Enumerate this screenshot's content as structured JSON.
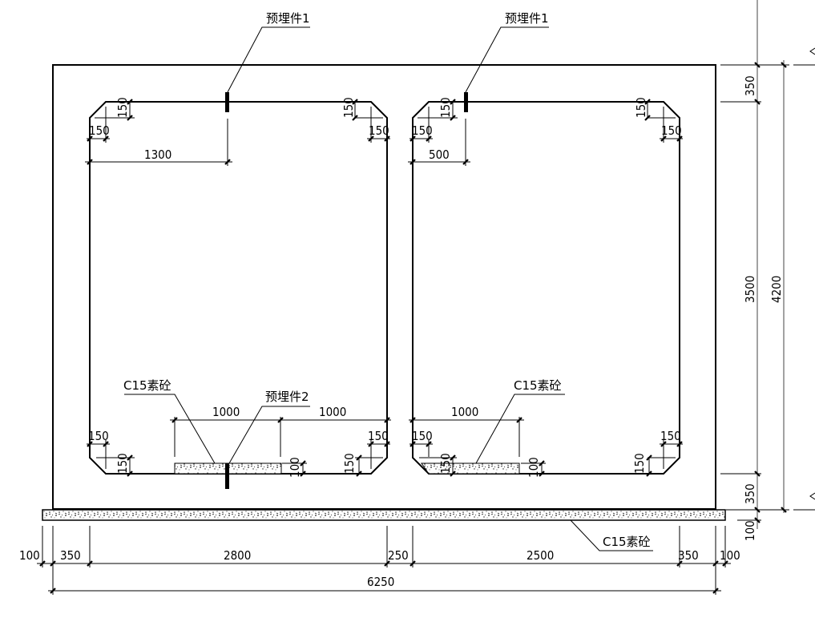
{
  "drawing": {
    "type": "box-culvert cross-section",
    "labels": {
      "embed1_left": "预埋件1",
      "embed1_right": "预埋件1",
      "embed2": "预埋件2",
      "c15_left": "C15素砼",
      "c15_right": "C15素砼",
      "c15_bottom": "C15素砼"
    },
    "dimensions": {
      "top_left_chamfer_v": "150",
      "top_left_chamfer_h": "150",
      "top_left_offset": "1300",
      "top_left_r_chamfer_v": "150",
      "top_left_r_chamfer_h": "150",
      "top_right_chamfer_v": "150",
      "top_right_chamfer_h": "150",
      "top_right_offset": "500",
      "top_right_r_chamfer_v": "150",
      "top_right_r_chamfer_h": "150",
      "bot_left_1000a": "1000",
      "bot_left_1000b": "1000",
      "bot_left_chamfer_h": "150",
      "bot_left_chamfer_v": "150",
      "bot_left_pad": "100",
      "bot_left_r_chamfer_h": "150",
      "bot_left_r_chamfer_v": "150",
      "bot_right_1000": "1000",
      "bot_right_chamfer_h": "150",
      "bot_right_chamfer_v": "150",
      "bot_right_pad": "100",
      "bot_right_r_chamfer_h": "150",
      "bot_right_r_chamfer_v": "150",
      "right_top_slab": "350",
      "right_clear": "3500",
      "right_bottom_slab": "350",
      "right_total": "4200",
      "right_cushion": "100",
      "bottom_segments": [
        "100",
        "350",
        "2800",
        "250",
        "2500",
        "350",
        "100"
      ],
      "bottom_total": "6250"
    }
  }
}
